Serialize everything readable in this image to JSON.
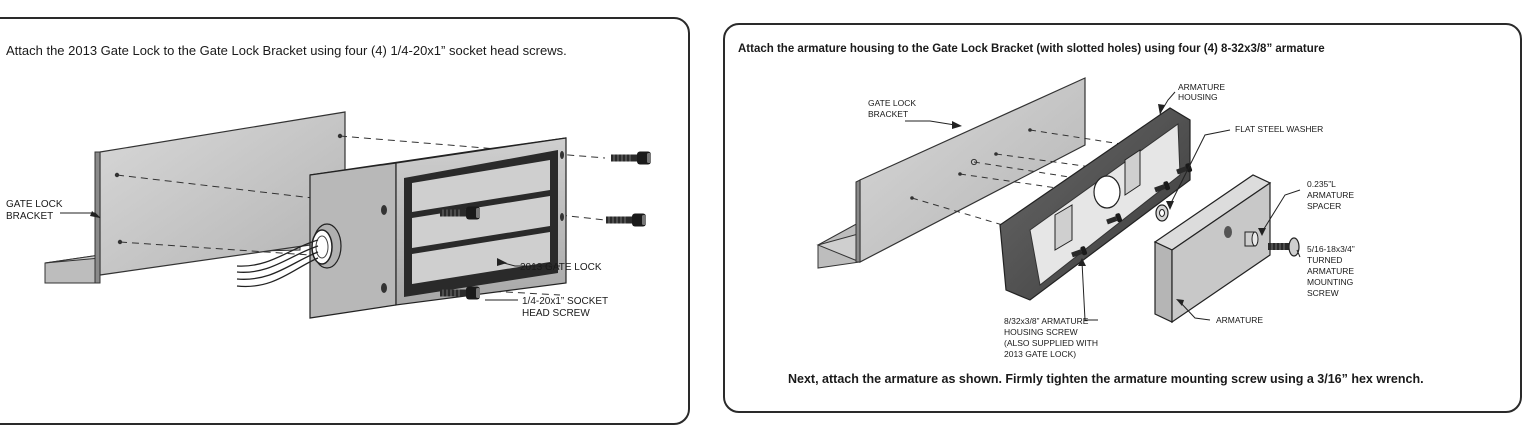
{
  "left_panel": {
    "instruction": "Attach the 2013 Gate Lock to the Gate Lock Bracket using four (4) 1/4-20x1” socket head screws.",
    "labels": {
      "bracket_l1": "GATE LOCK",
      "bracket_l2": "BRACKET",
      "lock": "2013 GATE LOCK",
      "screw_l1": "1/4-20x1” SOCKET",
      "screw_l2": "HEAD SCREW"
    }
  },
  "right_panel": {
    "instruction": "Attach the armature housing to the Gate Lock Bracket (with slotted holes) using four (4) 8-32x3/8” armature",
    "labels": {
      "bracket_l1": "GATE LOCK",
      "bracket_l2": "BRACKET",
      "housing_l1": "ARMATURE",
      "housing_l2": "HOUSING",
      "washer": "FLAT STEEL WASHER",
      "spacer_l1": "0.235”L",
      "spacer_l2": "ARMATURE",
      "spacer_l3": "SPACER",
      "mscrew_l1": "5/16-18x3/4”",
      "mscrew_l2": "TURNED",
      "mscrew_l3": "ARMATURE",
      "mscrew_l4": "MOUNTING",
      "mscrew_l5": "SCREW",
      "hscrew_l1": "8/32x3/8” ARMATURE",
      "hscrew_l2": "HOUSING SCREW",
      "hscrew_l3": "(ALSO SUPPLIED WITH",
      "hscrew_l4": "2013 GATE LOCK)",
      "armature": "ARMATURE"
    },
    "footer": "Next, attach the armature as shown.  Firmly tighten the armature mounting screw using a 3/16” hex wrench."
  },
  "colors": {
    "border": "#2a2a2a",
    "metal_light": "#c9c9c9",
    "metal_mid": "#a9a9a9",
    "metal_dark": "#6e6e6e",
    "black": "#1a1a1a"
  }
}
